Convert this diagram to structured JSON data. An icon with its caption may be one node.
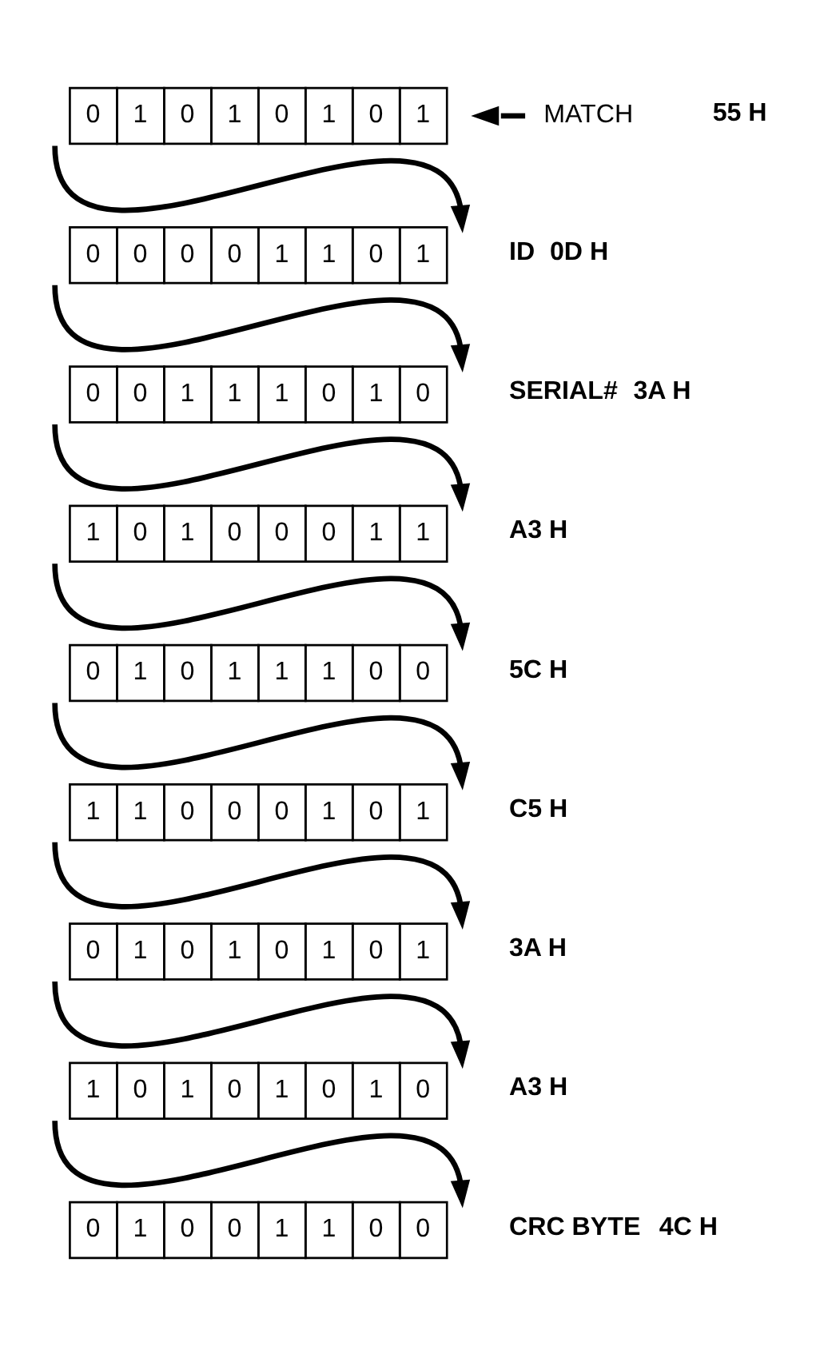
{
  "diagram": {
    "nodes": [
      {
        "text": [
          "MATCH"
        ]
      },
      {
        "text": [
          "0",
          "1",
          "0",
          "1",
          "0",
          "1",
          "0",
          "1"
        ]
      },
      {
        "text": [
          "0",
          "0",
          "0",
          "0",
          "1",
          "1",
          "0",
          "1"
        ],
        "beside": [
          "ID",
          "0D H"
        ]
      },
      {
        "text": [
          "0",
          "0",
          "1",
          "1",
          "1",
          "0",
          "1",
          "0"
        ],
        "beside": [
          "SERIAL#",
          "3A H"
        ]
      },
      {
        "text": [
          "1",
          "0",
          "1",
          "0",
          "0",
          "0",
          "1",
          "1"
        ],
        "beside": [
          "A3 H"
        ]
      },
      {
        "text": [
          "0",
          "1",
          "0",
          "1",
          "1",
          "1",
          "0",
          "0"
        ],
        "beside": [
          "5C H"
        ]
      },
      {
        "text": [
          "1",
          "1",
          "0",
          "0",
          "0",
          "1",
          "0",
          "1"
        ],
        "beside": [
          "C5 H"
        ]
      },
      {
        "text": [
          "0",
          "1",
          "0",
          "1",
          "0",
          "1",
          "0",
          "1"
        ],
        "beside": [
          "3A H"
        ]
      },
      {
        "text": [
          "1",
          "0",
          "1",
          "0",
          "1",
          "0",
          "1",
          "0"
        ],
        "beside": [
          "A3 H"
        ]
      },
      {
        "text": [
          "0",
          "1",
          "0",
          "0",
          "1",
          "1",
          "0",
          "0"
        ],
        "beside": [
          "CRC BYTE",
          "4C H"
        ]
      }
    ],
    "edges": [
      {
        "from": 0,
        "to": 1,
        "arrow": "to"
      },
      {
        "from": 1,
        "to": 2,
        "arrow": "to"
      },
      {
        "from": 2,
        "to": 3,
        "arrow": "to"
      },
      {
        "from": 3,
        "to": 4,
        "arrow": "to"
      },
      {
        "from": 4,
        "to": 5,
        "arrow": "to"
      },
      {
        "from": 5,
        "to": 6,
        "arrow": "to"
      },
      {
        "from": 6,
        "to": 7,
        "arrow": "to"
      },
      {
        "from": 7,
        "to": 8,
        "arrow": "to"
      },
      {
        "from": 8,
        "to": 9,
        "arrow": "to"
      }
    ],
    "labels": [
      "55 H"
    ]
  }
}
